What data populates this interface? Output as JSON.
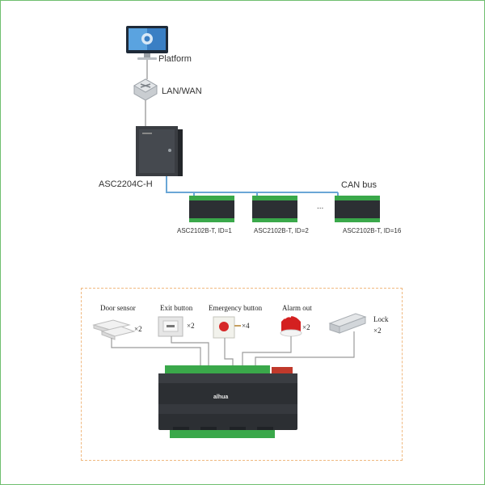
{
  "top": {
    "platform_label": "Platform",
    "network_label": "LAN/WAN",
    "master_label": "ASC2204C-H",
    "bus_label": "CAN bus",
    "ellipsis": "...",
    "slaves": [
      {
        "label": "ASC2102B-T, ID=1"
      },
      {
        "label": "ASC2102B-T, ID=2"
      },
      {
        "label": "ASC2102B-T, ID=16"
      }
    ]
  },
  "detail": {
    "brand": "alhua",
    "peripherals": [
      {
        "label": "Door sensor",
        "qty": "×2"
      },
      {
        "label": "Exit button",
        "qty": "×2"
      },
      {
        "label": "Emergency button",
        "qty": "×4"
      },
      {
        "label": "Alarm out",
        "qty": "×2"
      },
      {
        "label": "Lock",
        "qty": "×2"
      }
    ]
  },
  "colors": {
    "frame_border": "#6fbf6f",
    "can_bus_line": "#6aa6d6",
    "dashed_border": "#f0b980",
    "terminal_green": "#3aa84a",
    "device_dark": "#2c2f33",
    "alarm_red": "#d42020"
  }
}
